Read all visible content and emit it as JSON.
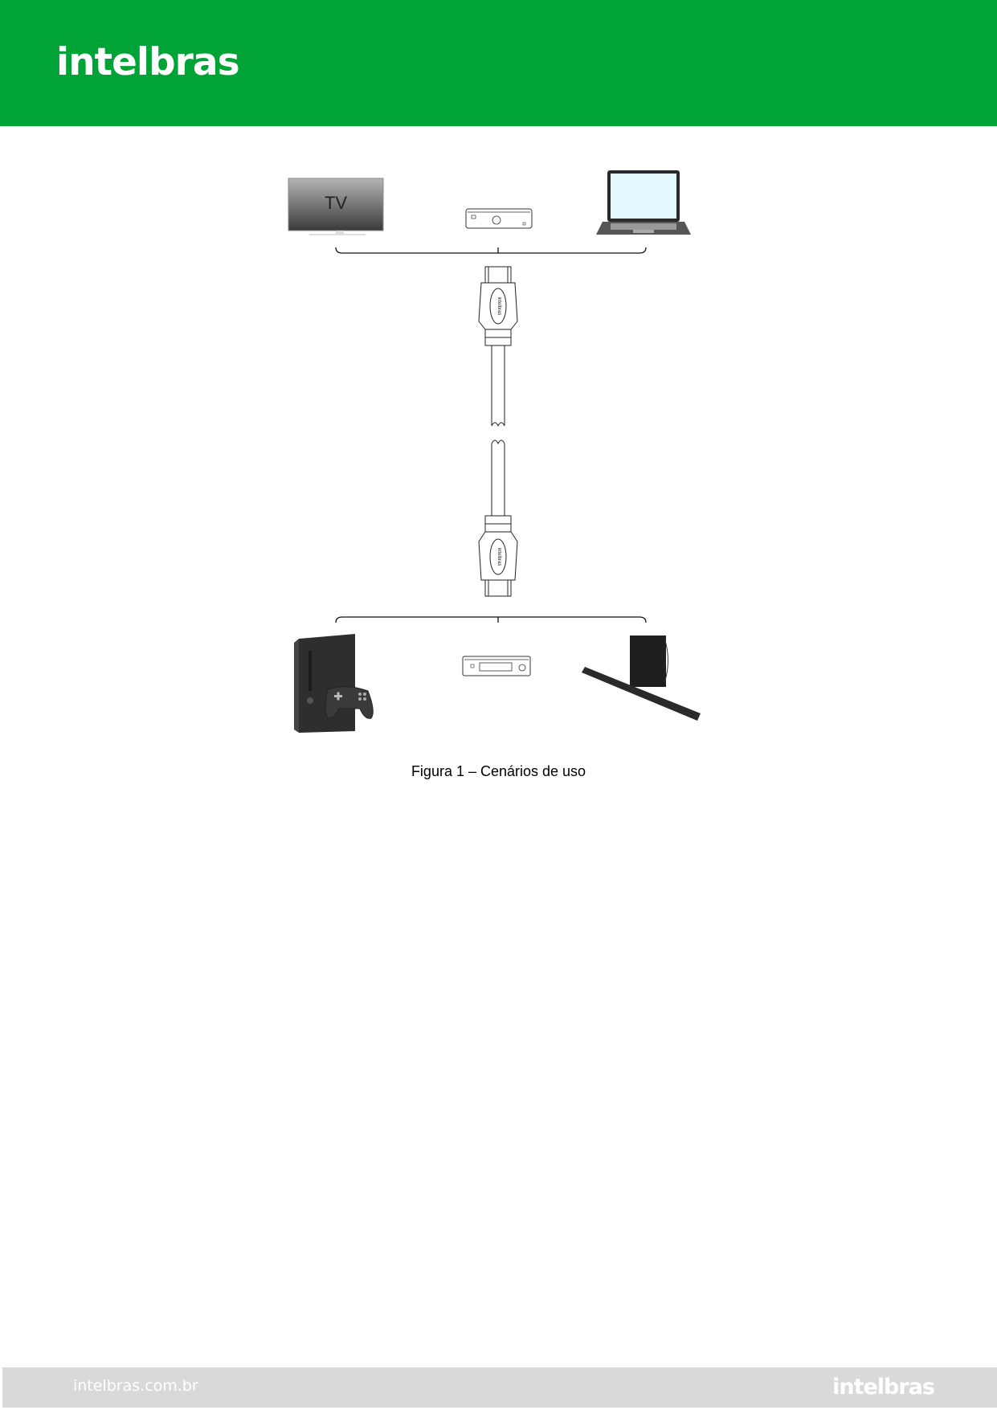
{
  "header": {
    "brand": "intelbras",
    "background_color": "#00a335"
  },
  "figure": {
    "top_devices": [
      {
        "name": "TV",
        "label": "TV"
      },
      {
        "name": "set-top-box"
      },
      {
        "name": "laptop"
      }
    ],
    "cable": {
      "type": "HDMI",
      "connector_brand": "intelbras"
    },
    "bottom_devices": [
      {
        "name": "game-console"
      },
      {
        "name": "video-player"
      },
      {
        "name": "soundbar-with-subwoofer"
      }
    ],
    "caption": "Figura 1 – Cenários de uso"
  },
  "footer": {
    "url": "intelbras.com.br",
    "brand": "intelbras",
    "background_color": "#d9d9d9"
  }
}
